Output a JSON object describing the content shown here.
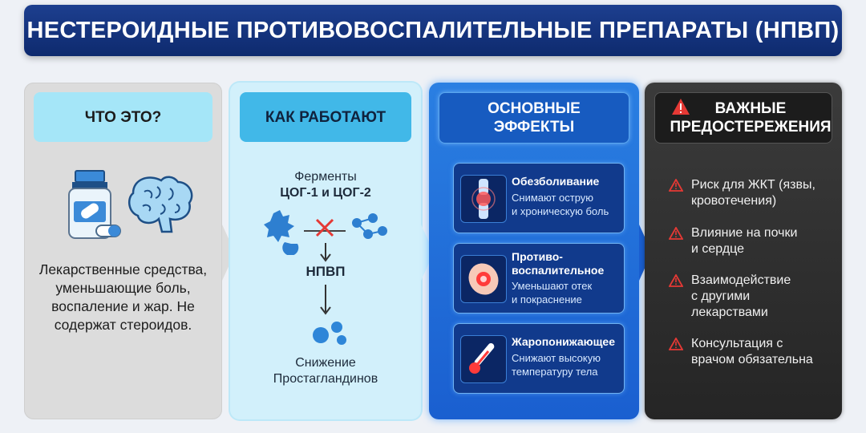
{
  "title": "НЕСТЕРОИДНЫЕ ПРОТИВОВОСПАЛИТЕЛЬНЫЕ ПРЕПАРАТЫ (НПВП)",
  "columns": {
    "what": {
      "header": "ЧТО ЭТО?",
      "desc": "Лекарственные средства, уменьшающие боль, воспаление и жар. Не содержат стероидов.",
      "icons": [
        "pill-bottle-icon",
        "brain-icon"
      ]
    },
    "how": {
      "header": "КАК РАБОТАЮТ",
      "enzymes_line1": "Ферменты",
      "enzymes_line2": "ЦОГ-1 и ЦОГ-2",
      "drug": "НПВП",
      "result_line1": "Снижение",
      "result_line2": "Простагландинов"
    },
    "effects": {
      "header_line1": "ОСНОВНЫЕ",
      "header_line2": "ЭФФЕКТЫ",
      "items": [
        {
          "title": "Обезболивание",
          "desc1": "Снимают острую",
          "desc2": "и хроническую боль",
          "icon": "joint-pain-icon"
        },
        {
          "title": "Противо-",
          "title2": "воспалительное",
          "desc1": "Уменьшают отек",
          "desc2": "и покраснение",
          "icon": "inflammation-icon"
        },
        {
          "title": "Жаропонижающее",
          "desc1": "Снижают высокую",
          "desc2": "температуру тела",
          "icon": "thermometer-icon"
        }
      ]
    },
    "warnings": {
      "header_line1": "ВАЖНЫЕ",
      "header_line2": "ПРЕДОСТЕРЕЖЕНИЯ",
      "items": [
        {
          "l1": "Риск для ЖКТ (язвы,",
          "l2": "кровотечения)"
        },
        {
          "l1": "Влияние на почки",
          "l2": "и сердце"
        },
        {
          "l1": "Взаимодействие",
          "l2": "с другими",
          "l3": "лекарствами"
        },
        {
          "l1": "Консультация с",
          "l2": "врачом обязательна"
        }
      ]
    }
  },
  "colors": {
    "title_bg": "#0e2a6e",
    "col1_header": "#a5e6f8",
    "col2_header": "#41b8e8",
    "col3_bg": "#1a5fd0",
    "col4_bg": "#252525",
    "warning_red": "#e53935"
  }
}
